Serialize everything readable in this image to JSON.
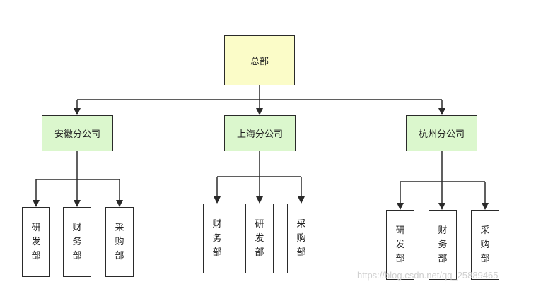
{
  "headquarters": {
    "label": "总部"
  },
  "branches": [
    {
      "label": "安徽分公司",
      "departments": [
        "研发部",
        "财务部",
        "采购部"
      ]
    },
    {
      "label": "上海分公司",
      "departments": [
        "财务部",
        "研发部",
        "采购部"
      ]
    },
    {
      "label": "杭州分公司",
      "departments": [
        "研发部",
        "财务部",
        "采购部"
      ]
    }
  ],
  "watermark": "https://blog.csdn.net/qq_25889465",
  "colors": {
    "headquarters_fill": "#fbfcc8",
    "branch_fill": "#dbf7cd",
    "department_fill": "#ffffff",
    "stroke": "#2a2a2a",
    "watermark": "#d0d0d0"
  }
}
